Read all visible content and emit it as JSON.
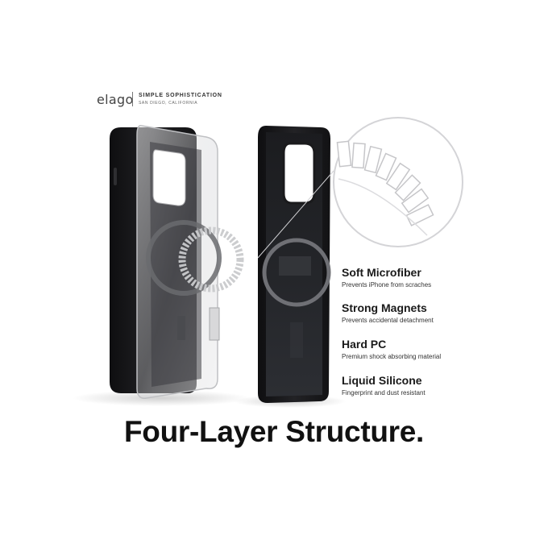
{
  "brand": {
    "logo": "elago",
    "tagline": "SIMPLE SOPHISTICATION",
    "location": "SAN DIEGO, CALIFORNIA"
  },
  "features": [
    {
      "title": "Soft Microfiber",
      "description": "Prevents iPhone from scraches"
    },
    {
      "title": "Strong Magnets",
      "description": "Prevents accidental detachment"
    },
    {
      "title": "Hard PC",
      "description": "Premium  shock absorbing material"
    },
    {
      "title": "Liquid Silicone",
      "description": "Fingerprint and dust resistant"
    }
  ],
  "headline": "Four-Layer Structure.",
  "colors": {
    "case_black": "#1c1c1e",
    "lining": "#2a2c30",
    "clear_pc": "#d9dadc",
    "text_dark": "#111111"
  }
}
